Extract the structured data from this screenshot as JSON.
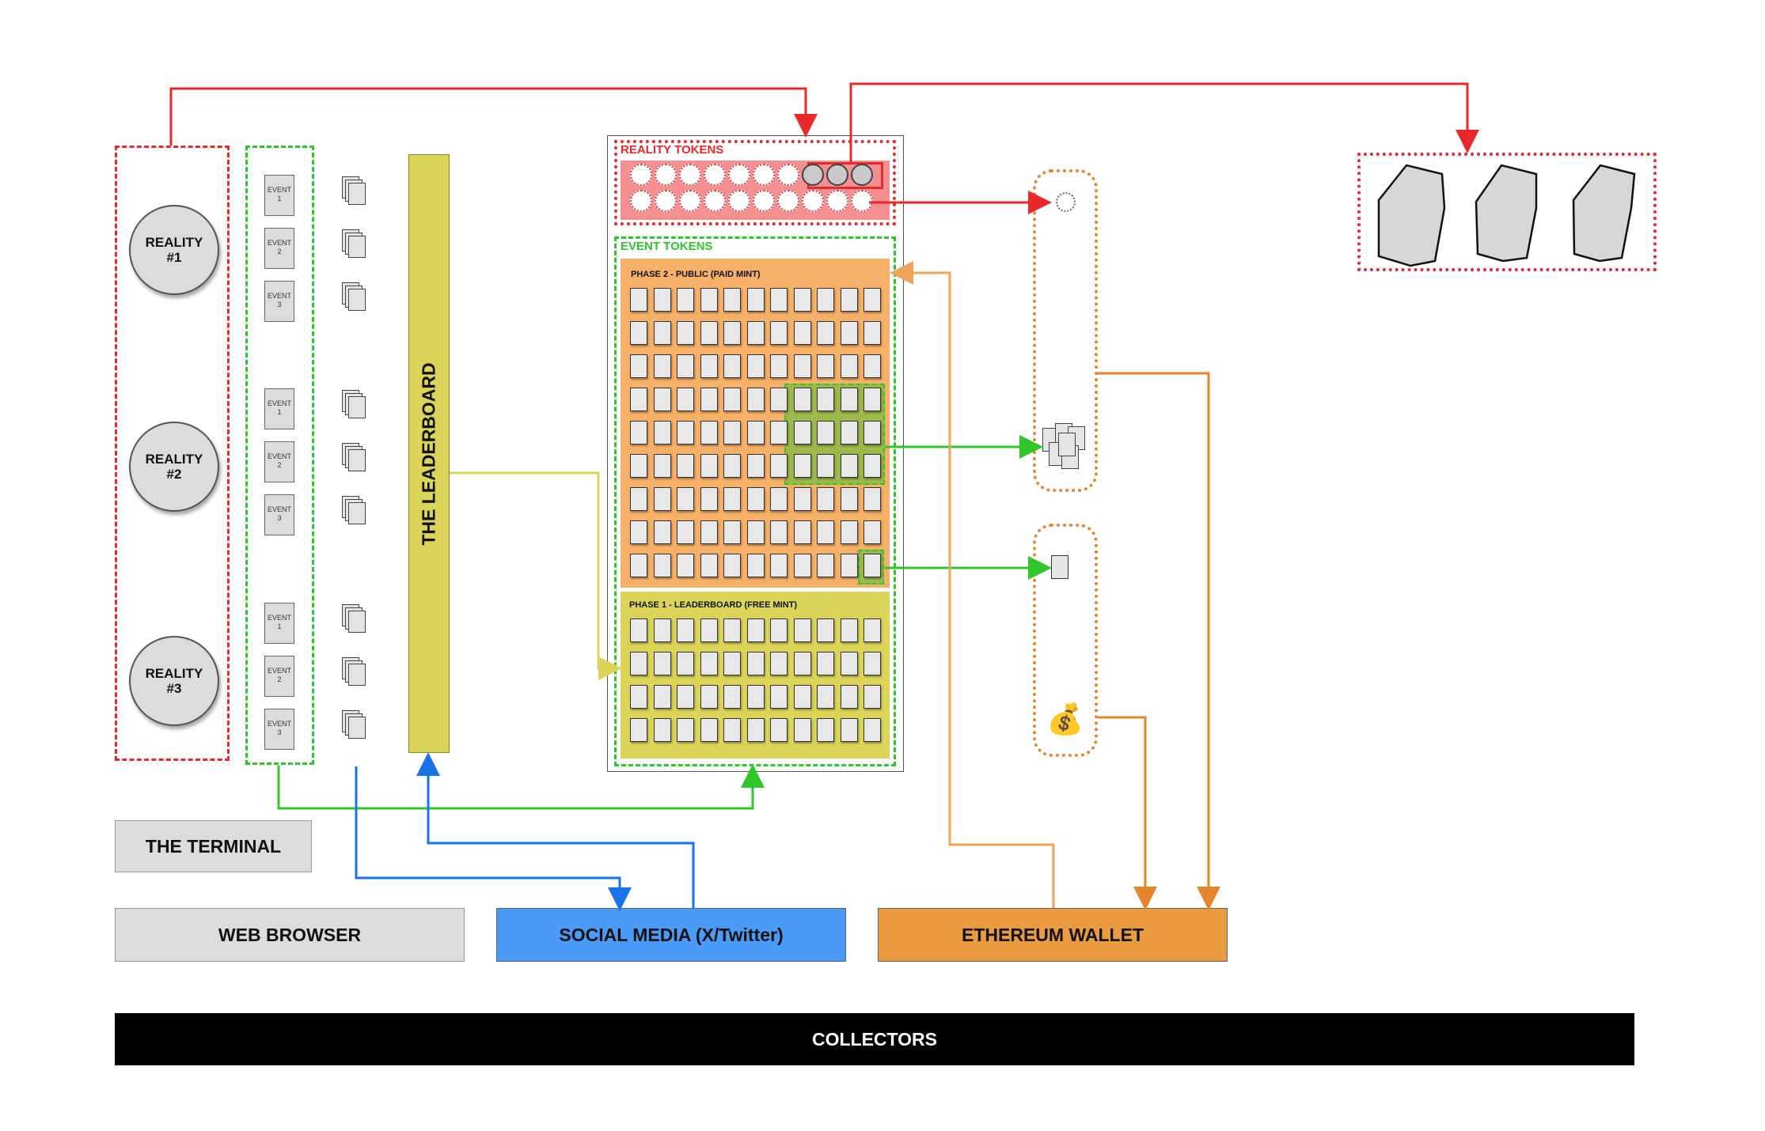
{
  "realities": [
    {
      "line1": "REALITY",
      "line2": "#1"
    },
    {
      "line1": "REALITY",
      "line2": "#2"
    },
    {
      "line1": "REALITY",
      "line2": "#3"
    }
  ],
  "events": [
    {
      "label": "EVENT",
      "num": "1"
    },
    {
      "label": "EVENT",
      "num": "2"
    },
    {
      "label": "EVENT",
      "num": "3"
    }
  ],
  "leaderboard": {
    "label": "THE LEADERBOARD"
  },
  "contract": {
    "reality_tokens_label": "REALITY TOKENS",
    "event_tokens_label": "EVENT TOKENS",
    "phase2_label": "PHASE 2 - PUBLIC (PAID MINT)",
    "phase1_label": "PHASE 1 - LEADERBOARD (FREE MINT)"
  },
  "wallet_items": {
    "money_icon": "money-bag-icon",
    "money_glyph": "💰"
  },
  "bars": {
    "terminal": "THE TERMINAL",
    "web_browser": "WEB BROWSER",
    "social_media": "SOCIAL MEDIA (X/Twitter)",
    "ethereum_wallet": "ETHEREUM WALLET",
    "collectors": "COLLECTORS"
  },
  "colors": {
    "red": "#e8292b",
    "green": "#2fc62a",
    "orange": "#e7832b",
    "light_orange": "#f0a45a",
    "yellow": "#dad559",
    "blue": "#1a74e8",
    "social_bg": "#4a9bf7",
    "wallet_bg": "#ea9a3f",
    "phase2_bg": "#f7b067",
    "reality_bg": "#f59090"
  }
}
